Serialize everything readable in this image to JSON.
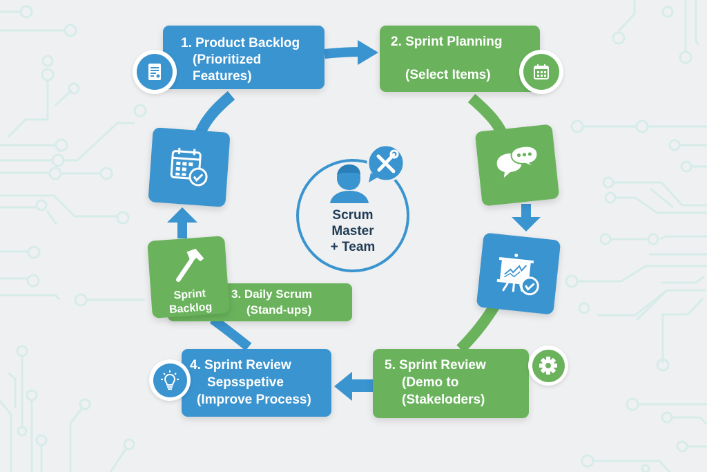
{
  "diagram": {
    "type": "scrum-cycle",
    "colors": {
      "blue": "#3a94cf",
      "green": "#6ab35c",
      "background": "#eff0f1",
      "circuit": "#d3ece9",
      "center_text": "#1f3b55"
    },
    "center": {
      "lines": [
        "Scrum",
        "Master",
        "+ Team"
      ],
      "icons": [
        "person-icon",
        "tools-icon"
      ]
    },
    "steps": [
      {
        "id": "product-backlog",
        "lines": [
          "1. Product Backlog",
          "(Prioritized",
          "Features)"
        ],
        "color": "blue",
        "icon": "document-icon"
      },
      {
        "id": "sprint-planning",
        "lines": [
          "2. Sprint Planning",
          "(Select Items)"
        ],
        "color": "green",
        "icon": "calendar-icon"
      },
      {
        "id": "daily-scrum",
        "lines": [
          "3. Daily Scrum",
          "(Stand-ups)"
        ],
        "color": "green",
        "icon": "hammer-icon"
      },
      {
        "id": "sprint-retrospective",
        "lines": [
          "4. Sprint Review",
          "Sepsspetive",
          "(Improve Process)"
        ],
        "color": "blue",
        "icon": "lightbulb-icon"
      },
      {
        "id": "sprint-review",
        "lines": [
          "5. Sprint Review",
          "(Demo to",
          "(Stakeloders)"
        ],
        "color": "green",
        "icon": "gear-icon"
      }
    ],
    "sprint_backlog": {
      "lines": [
        "Sprint",
        "Backlog"
      ]
    },
    "tiles": [
      {
        "id": "calendar-check",
        "color": "blue",
        "icon": "calendar-check-icon"
      },
      {
        "id": "chat",
        "color": "green",
        "icon": "chat-bubbles-icon"
      },
      {
        "id": "presentation",
        "color": "blue",
        "icon": "presentation-chart-icon"
      }
    ]
  }
}
